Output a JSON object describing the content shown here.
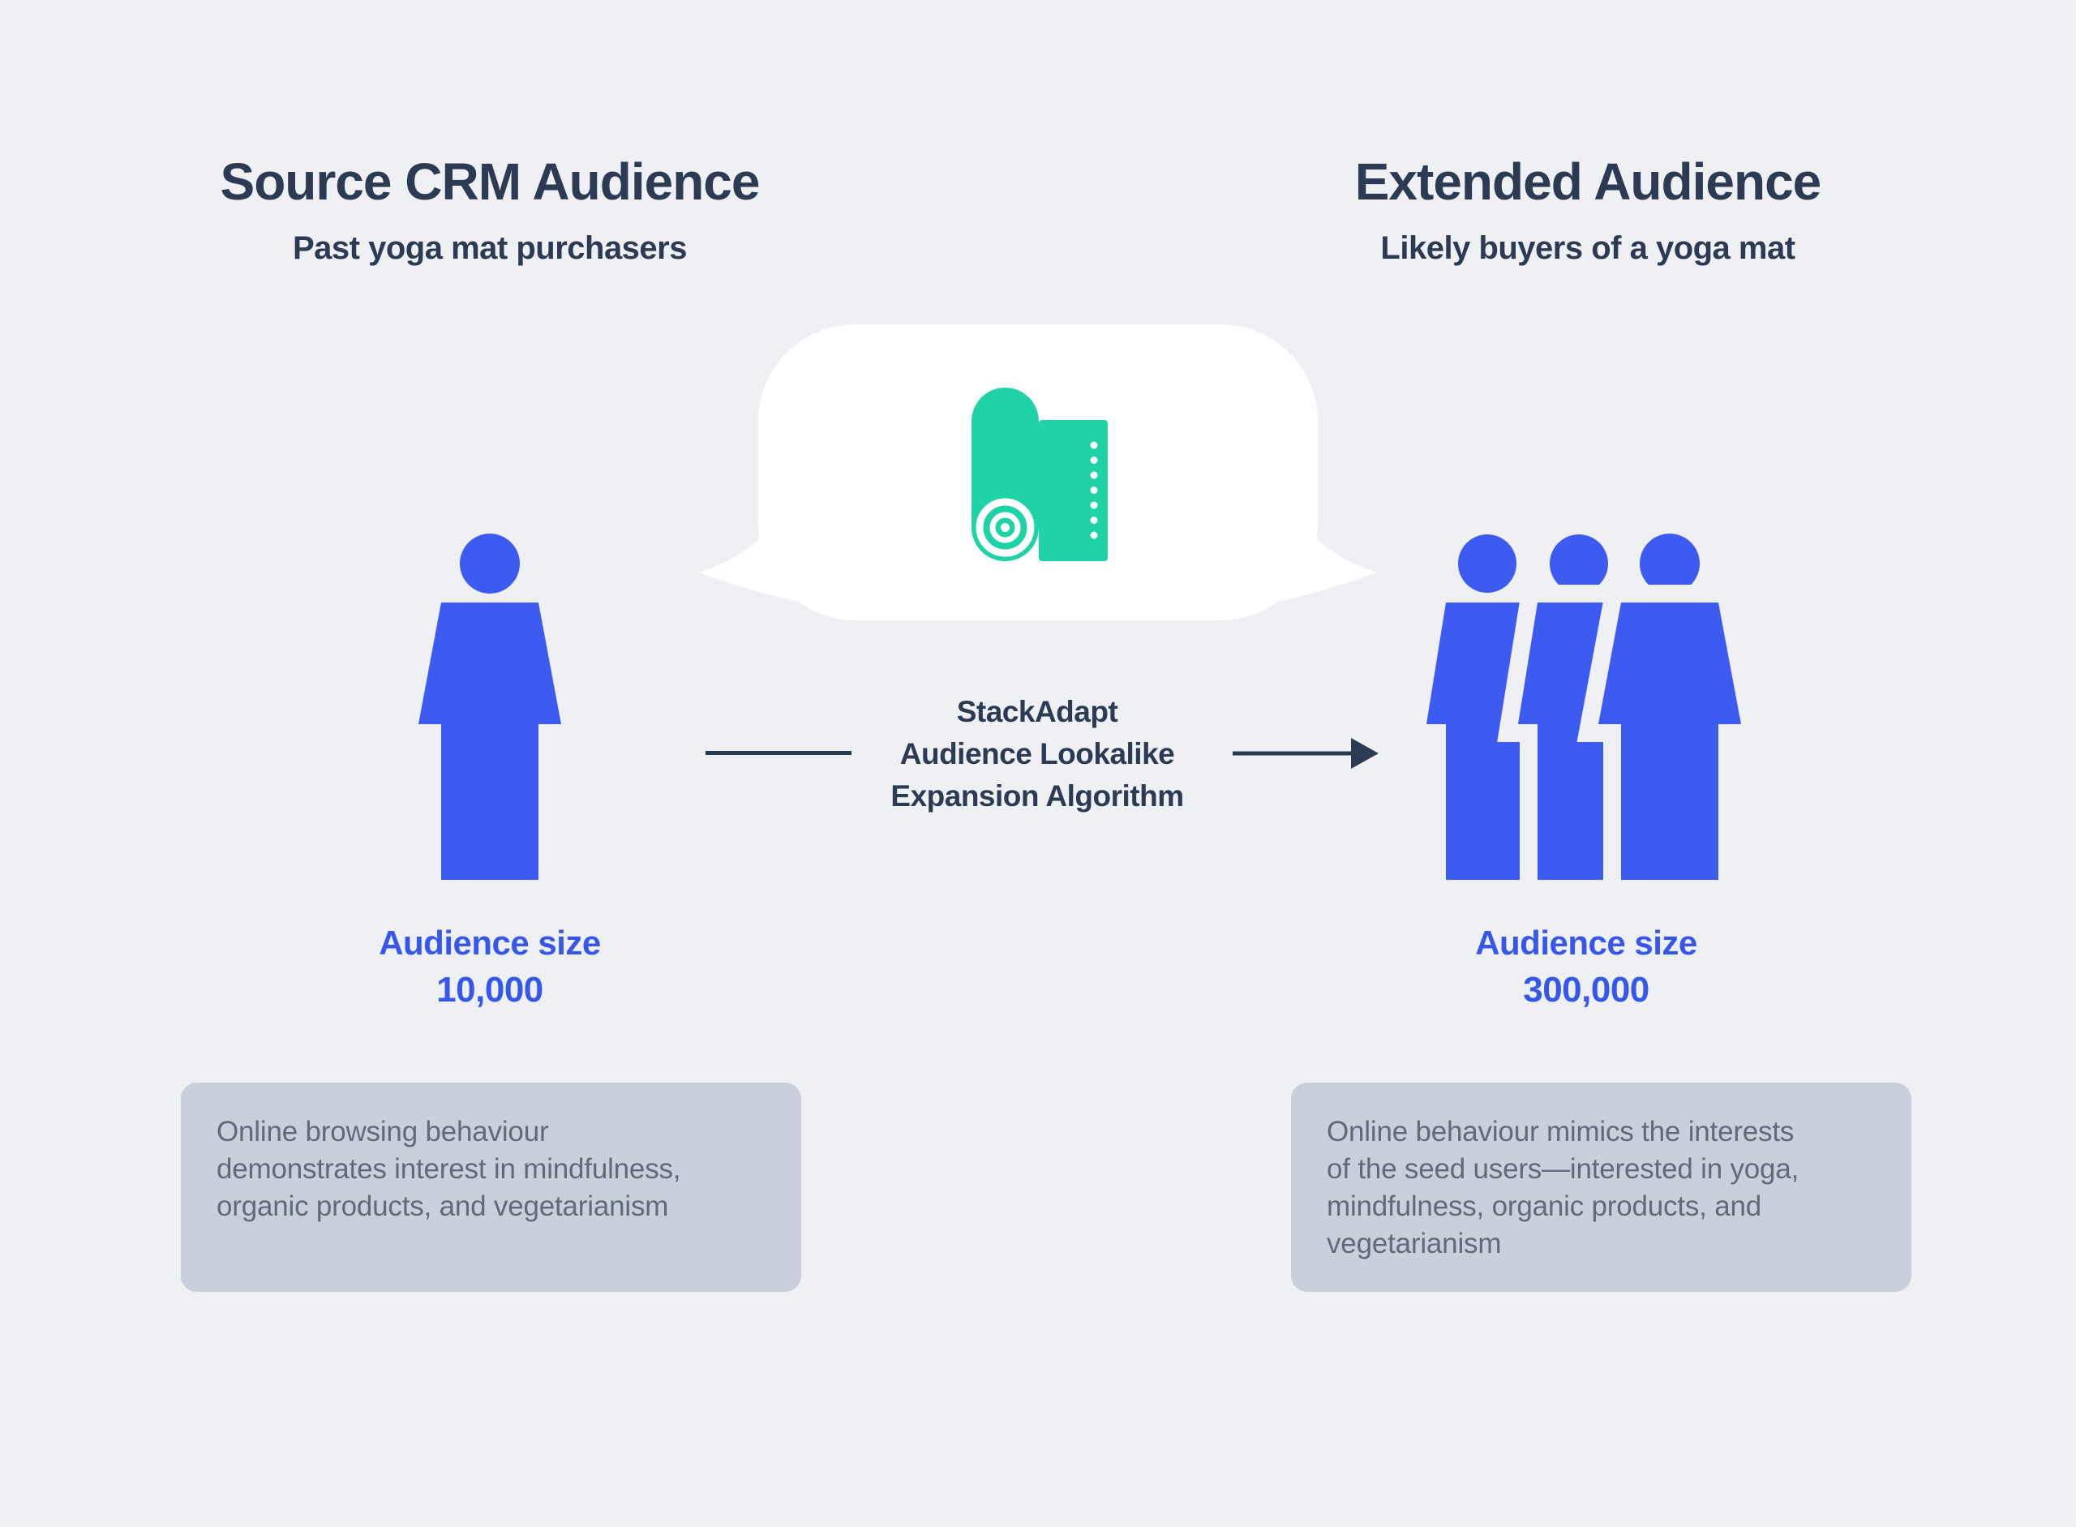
{
  "colors": {
    "background": "#eef0f4",
    "heading": "#2c3b53",
    "person_blue": "#3d5af1",
    "audience_text_blue": "#3657ea",
    "yoga_mat_teal": "#1fd3a6",
    "card_background": "#c9cfdb",
    "card_text": "#5f6b7b",
    "bubble_background": "#ffffff"
  },
  "left_panel": {
    "title": "Source CRM Audience",
    "subtitle": "Past yoga mat purchasers",
    "audience_size_label": "Audience size",
    "audience_size_value": "10,000",
    "description": "Online browsing behaviour\ndemonstrates interest in mindfulness,\norganic products, and vegetarianism",
    "person_count": 1
  },
  "right_panel": {
    "title": "Extended Audience",
    "subtitle": "Likely buyers of a yoga mat",
    "audience_size_label": "Audience size",
    "audience_size_value": "300,000",
    "description": "Online behaviour mimics the interests\nof the seed users—interested in yoga,\nmindfulness, organic products, and\nvegetarianism",
    "person_count": 3
  },
  "center": {
    "algorithm_lines": [
      "StackAdapt",
      "Audience Lookalike",
      "Expansion Algorithm"
    ],
    "bubble_icon": "yoga-mat-icon"
  }
}
